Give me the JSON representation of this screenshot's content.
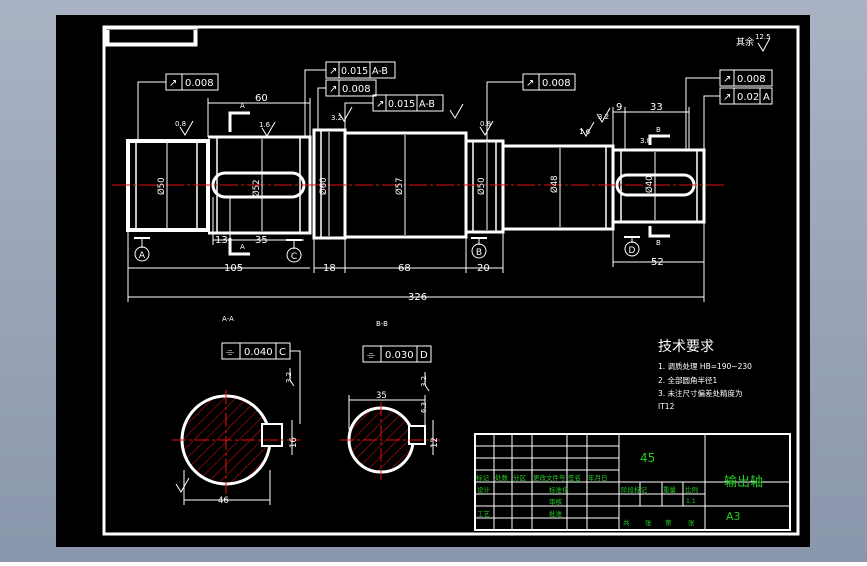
{
  "colors": {
    "background_gradient_top": "#a9b3c4",
    "background_gradient_bottom": "#8a96ab",
    "sheet": "#000000",
    "line": "#ffffff",
    "center": "#e01010",
    "hatch": "#e01010",
    "green": "#22cc22"
  },
  "corner_roughness": {
    "label": "其余",
    "value": "12.5"
  },
  "tolerance_frames": [
    {
      "id": "tf1",
      "symbol": "↗",
      "value": "0.008",
      "datum": ""
    },
    {
      "id": "tf2",
      "symbol": "↗",
      "value": "0.015",
      "datum": "A-B"
    },
    {
      "id": "tf3",
      "symbol": "↗",
      "value": "0.008",
      "datum": ""
    },
    {
      "id": "tf4",
      "symbol": "↗",
      "value": "0.015",
      "datum": "A-B"
    },
    {
      "id": "tf5",
      "symbol": "↗",
      "value": "0.008",
      "datum": ""
    },
    {
      "id": "tf6",
      "symbol": "↗",
      "value": "0.008",
      "datum": ""
    },
    {
      "id": "tf7",
      "symbol": "↗",
      "value": "0.02",
      "datum": "A"
    }
  ],
  "dimensions": {
    "d60": "60",
    "d9": "9",
    "d33": "33",
    "d105": "105",
    "d13": "13",
    "d35": "35",
    "d18": "18",
    "d68": "68",
    "d20": "20",
    "d52": "52",
    "d326": "326",
    "dia50a": "Ø50",
    "dia52": "Ø52",
    "dia60": "Ø60",
    "dia57": "Ø57",
    "dia50b": "Ø50",
    "dia48": "Ø48",
    "dia40": "Ø40"
  },
  "roughness": {
    "r1": "0.8",
    "r2": "1.6",
    "r3": "0.8",
    "r4": "1.6",
    "r5": "3.2",
    "r6": "3.2",
    "r7": "3.8"
  },
  "datum_labels": {
    "a": "A",
    "b": "B",
    "c": "C",
    "d": "D"
  },
  "section_marks": {
    "a_top": "A",
    "a_bottom": "A",
    "b_top": "B",
    "b_bottom": "B"
  },
  "section_titles": {
    "aa": "A-A",
    "bb": "B-B"
  },
  "section_aa": {
    "symbol": "⌯",
    "value": "0.040",
    "datum": "C",
    "depth": "16",
    "width": "46",
    "roughness": "3.2"
  },
  "section_bb": {
    "symbol": "⌯",
    "value": "0.030",
    "datum": "D",
    "depth": "12",
    "width": "35",
    "roughness": "3.2",
    "roughness2": "6.3"
  },
  "tech_requirements": {
    "title": "技术要求",
    "items": [
      "1. 调质处理 HB=190~230",
      "2. 全部圆角半径1",
      "3. 未注尺寸偏差处精度为",
      "IT12"
    ]
  },
  "title_block": {
    "material": "45",
    "part_name": "输出轴",
    "size": "A3",
    "row_labels_left": [
      "标记",
      "处数",
      "分区",
      "更改文件号",
      "签名",
      "年月日"
    ],
    "designer": "设计",
    "std": "标准化",
    "checker": "审核",
    "craft": "工艺",
    "approve": "批准",
    "stage_labels": [
      "阶段标记",
      "重量",
      "比例"
    ],
    "scale": "1:1",
    "sheets": [
      "共",
      "张",
      "第",
      "张"
    ]
  }
}
